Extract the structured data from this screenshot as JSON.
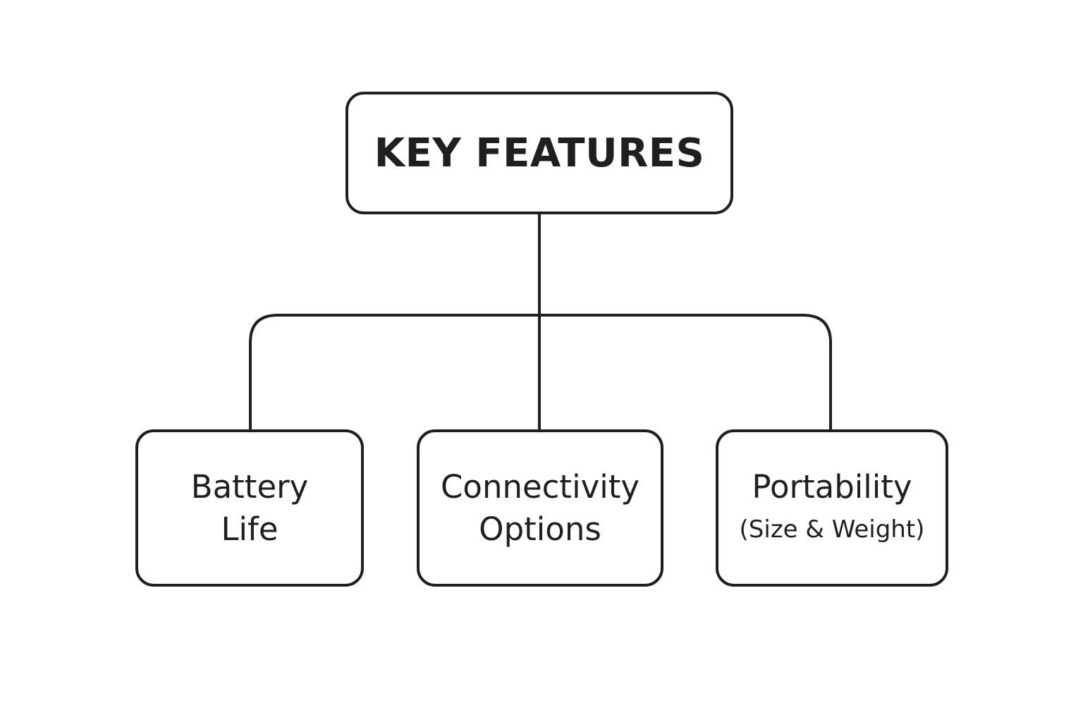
{
  "diagram": {
    "root": {
      "label": "KEY FEATURES"
    },
    "children": [
      {
        "line1": "Battery",
        "line2": "Life"
      },
      {
        "line1": "Connectivity",
        "line2": "Options"
      },
      {
        "line1": "Portability",
        "line2": "(Size & Weight)"
      }
    ]
  },
  "colors": {
    "stroke": "#1f1f1f",
    "background": "#ffffff",
    "text": "#1f1f1f"
  }
}
